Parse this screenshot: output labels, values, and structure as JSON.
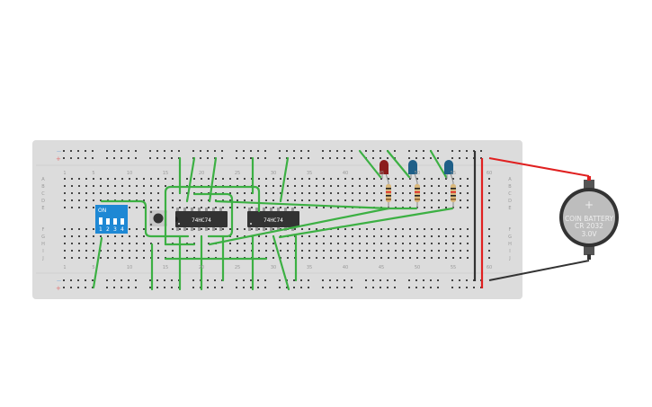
{
  "breadcrumb_board": {
    "column_numbers": [
      "1",
      "5",
      "10",
      "15",
      "20",
      "25",
      "30",
      "35",
      "40",
      "45",
      "50",
      "55",
      "60"
    ],
    "rows_top": [
      "A",
      "B",
      "C",
      "D",
      "E"
    ],
    "rows_bottom": [
      "F",
      "G",
      "H",
      "I",
      "J"
    ],
    "rail_minus": "—",
    "rail_plus": "+"
  },
  "components": {
    "chip1": {
      "label": "74HC74"
    },
    "chip2": {
      "label": "74HC74"
    },
    "dip_switch": {
      "on_label": "ON",
      "numbers": [
        "1",
        "2",
        "3",
        "4"
      ]
    },
    "battery": {
      "symbol": "+",
      "line1": "COIN BATTERY",
      "line2": "CR 2032",
      "line3": "3.0V"
    },
    "leds": [
      {
        "color": "#8b1c1c"
      },
      {
        "color": "#1f5f88"
      },
      {
        "color": "#1f5f88"
      }
    ]
  },
  "colors": {
    "wire_green": "#3cb043",
    "wire_red": "#e02020",
    "wire_black": "#333333",
    "board": "#dcdcdc"
  }
}
